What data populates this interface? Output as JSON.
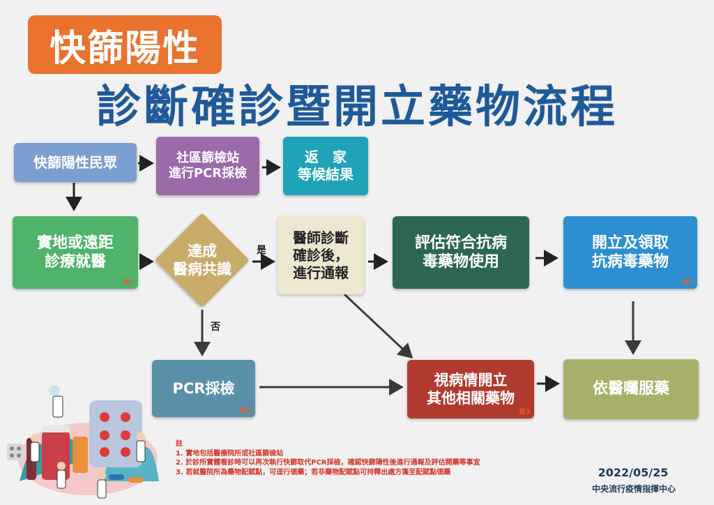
{
  "badge": "快篩陽性",
  "title": "診斷確診暨開立藥物流程",
  "boxes": {
    "start": {
      "lines": [
        "快篩陽性民眾"
      ],
      "color": "#7b9fd1"
    },
    "pcr_station": {
      "lines": [
        "社區篩檢站",
        "進行PCR採檢"
      ],
      "color": "#9a6aa9"
    },
    "go_home": {
      "lines": [
        "返　家",
        "等候結果"
      ],
      "color": "#1fa3b8"
    },
    "clinic": {
      "lines": [
        "實地或遠距",
        "診療就醫"
      ],
      "note": "註1",
      "color": "#4fb36b"
    },
    "consensus": {
      "lines": [
        "達成",
        "醫病共識"
      ],
      "color": "#c9ab6a"
    },
    "doctor_diag": {
      "lines": [
        "醫師診斷",
        "確診後，",
        "進行通報"
      ],
      "color": "#ede7cf"
    },
    "evaluate": {
      "lines": [
        "評估符合抗病",
        "毒藥物使用"
      ],
      "color": "#2e6656"
    },
    "prescribe": {
      "lines": [
        "開立及領取",
        "抗病毒藥物"
      ],
      "note": "註3",
      "color": "#2b8fd0"
    },
    "pcr_test": {
      "lines": [
        "PCR採檢"
      ],
      "note": "註2",
      "color": "#5a90a8"
    },
    "other_meds": {
      "lines": [
        "視病情開立",
        "其他相關藥物"
      ],
      "note": "註3",
      "color": "#b03a2e"
    },
    "follow": {
      "lines": [
        "依醫囑服藥"
      ],
      "color": "#a8b06a"
    }
  },
  "labels": {
    "yes": "是",
    "no": "否"
  },
  "notes": {
    "heading": "註",
    "items": [
      "1. 實地包括醫療院所或社區篩檢站",
      "2. 於診所實體看診時可以再次執行快篩取代PCR採檢，確認快篩陽性後進行通報及評估開藥等事宜",
      "3. 若就醫院所為藥物配賦點，可逕行領藥；若非藥物配賦點可持釋出處方箋至配賦點領藥"
    ]
  },
  "footer": {
    "date": "2022/05/25",
    "org": "中央流行疫情指揮中心"
  }
}
